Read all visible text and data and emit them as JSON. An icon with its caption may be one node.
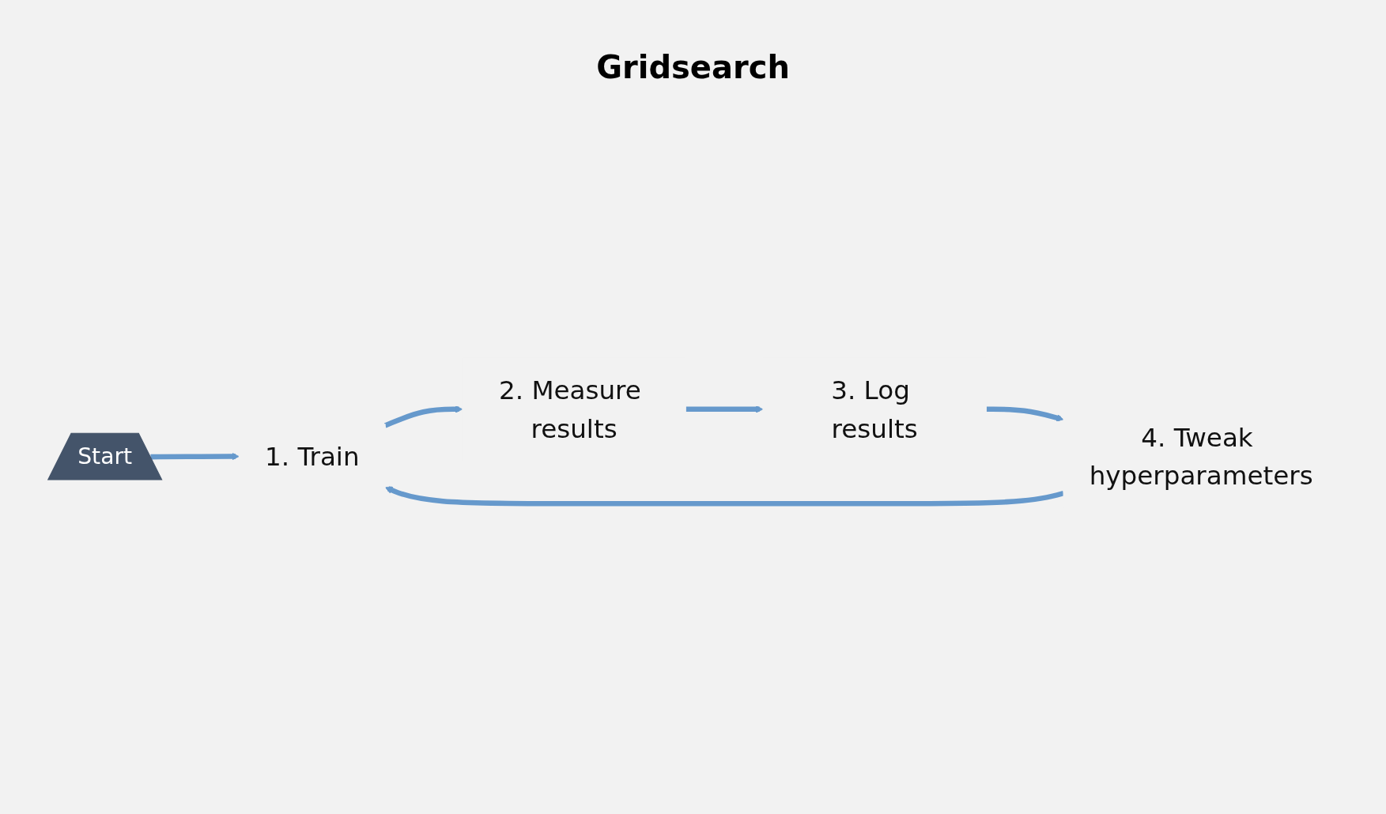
{
  "diagram": {
    "nodes": [
      {
        "text": [
          "Start"
        ]
      },
      {
        "text": [
          "1. Train"
        ]
      },
      {
        "text": [
          "2. Measure results"
        ]
      },
      {
        "text": [
          "3. Log results"
        ]
      },
      {
        "text": [
          "4. Tweak hyperparameters"
        ]
      }
    ],
    "edges": [
      {
        "from": 0,
        "to": 1,
        "arrow": "to"
      },
      {
        "from": 1,
        "to": 2,
        "arrow": "to"
      },
      {
        "from": 2,
        "to": 3,
        "arrow": "to"
      },
      {
        "from": 3,
        "to": 4,
        "arrow": "to"
      },
      {
        "from": 4,
        "to": 1,
        "arrow": "to"
      }
    ],
    "labels": [
      "Gridsearch"
    ]
  }
}
